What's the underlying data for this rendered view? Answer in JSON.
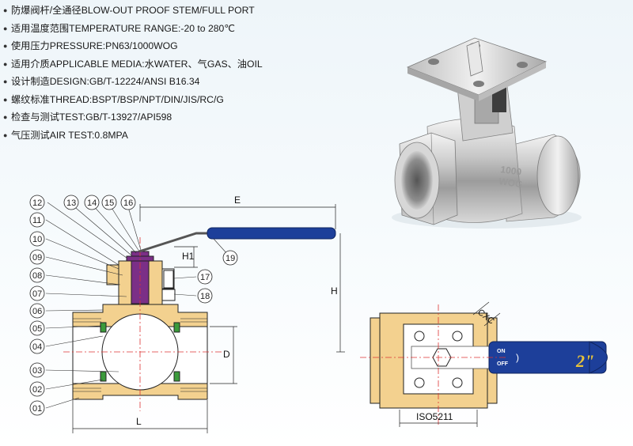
{
  "specs": [
    "防爆阀杆/全通径BLOW-OUT PROOF STEM/FULL  PORT",
    "适用温度范围TEMPERATURE RANGE:-20 to 280℃",
    "使用压力PRESSURE:PN63/1000WOG",
    "适用介质APPLICABLE MEDIA:水WATER、气GAS、油OIL",
    "设计制造DESIGN:GB/T-12224/ANSI B16.34",
    "螺纹标准THREAD:BSPT/BSP/NPT/DIN/JIS/RC/G",
    "检查与测试TEST:GB/T-13927/API598",
    "气压测试AIR TEST:0.8MPA"
  ],
  "bullet": "●",
  "callouts": [
    "12",
    "13",
    "14",
    "15",
    "16",
    "11",
    "10",
    "09",
    "08",
    "07",
    "06",
    "05",
    "04",
    "03",
    "02",
    "01",
    "17",
    "18",
    "19"
  ],
  "dimensions": {
    "E": "E",
    "H": "H",
    "H1": "H1",
    "D": "D",
    "L": "L",
    "CXC": "CXC"
  },
  "photo_marking": {
    "line1": "1000",
    "line2": "WOG"
  },
  "top_view": {
    "on": "ON",
    "off": "OFF",
    "size": "2\"",
    "iso": "ISO5211"
  },
  "colors": {
    "handle_blue": "#1d3f9a",
    "brass": "#f2d49a",
    "stem_purple": "#7b2f87",
    "seal_green": "#3b9b3b"
  }
}
